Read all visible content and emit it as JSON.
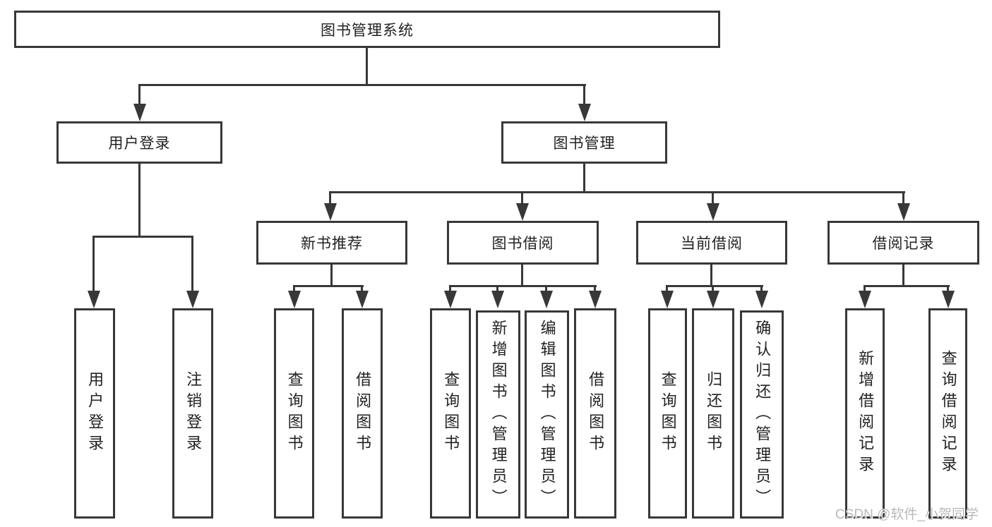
{
  "colors": {
    "line": "#383838",
    "box_border": "#383838",
    "text": "#222222",
    "background": "#ffffff",
    "watermark": "#b9b9b9"
  },
  "watermark": {
    "text": "CSDN @软件_小贺同学"
  },
  "tree": {
    "root": {
      "label": "图书管理系统"
    },
    "level1": [
      {
        "id": "user-login",
        "label": "用户登录"
      },
      {
        "id": "book-management",
        "label": "图书管理"
      }
    ],
    "level2": [
      {
        "id": "new-book-recommend",
        "label": "新书推荐",
        "parent": "图书管理"
      },
      {
        "id": "book-borrowing",
        "label": "图书借阅",
        "parent": "图书管理"
      },
      {
        "id": "current-borrowing",
        "label": "当前借阅",
        "parent": "图书管理"
      },
      {
        "id": "borrow-records",
        "label": "借阅记录",
        "parent": "图书管理"
      }
    ],
    "leaves": [
      {
        "label": "用户登录",
        "parent": "用户登录"
      },
      {
        "label": "注销登录",
        "parent": "用户登录"
      },
      {
        "label": "查询图书",
        "parent": "新书推荐"
      },
      {
        "label": "借阅图书",
        "parent": "新书推荐"
      },
      {
        "label": "查询图书",
        "parent": "图书借阅"
      },
      {
        "label": "新增图书（管理员）",
        "parent": "图书借阅"
      },
      {
        "label": "编辑图书（管理员）",
        "parent": "图书借阅"
      },
      {
        "label": "借阅图书",
        "parent": "图书借阅"
      },
      {
        "label": "查询图书",
        "parent": "当前借阅"
      },
      {
        "label": "归还图书",
        "parent": "当前借阅"
      },
      {
        "label": "确认归还（管理员）",
        "parent": "当前借阅"
      },
      {
        "label": "新增借阅记录",
        "parent": "借阅记录"
      },
      {
        "label": "查询借阅记录",
        "parent": "借阅记录"
      }
    ]
  }
}
